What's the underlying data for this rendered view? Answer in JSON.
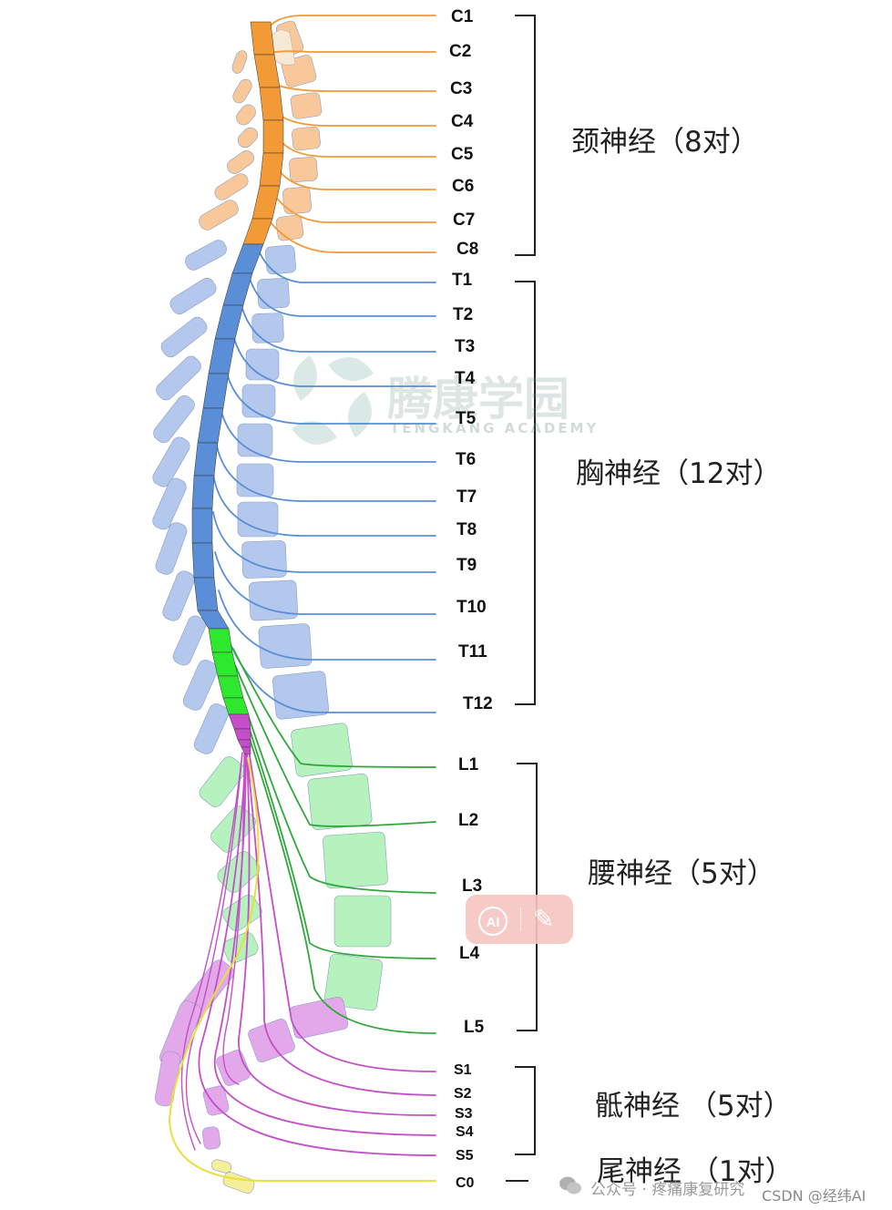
{
  "colors": {
    "cervical": "#f29a35",
    "cervical_light": "#f8c89a",
    "thoracic": "#5a8fd8",
    "thoracic_light": "#b4c8ee",
    "lumbar": "#2fa83a",
    "lumbar_cord": "#2ee82e",
    "lumbar_light": "#b6f2bd",
    "sacral": "#c44fc8",
    "sacral_light": "#e3a8ea",
    "coccygeal": "#eadf3c",
    "coccygeal_light": "#f5ef9a"
  },
  "nerve_labels": {
    "cervical": [
      "C1",
      "C2",
      "C3",
      "C4",
      "C5",
      "C6",
      "C7",
      "C8"
    ],
    "thoracic": [
      "T1",
      "T2",
      "T3",
      "T4",
      "T5",
      "T6",
      "T7",
      "T8",
      "T9",
      "T10",
      "T11",
      "T12"
    ],
    "lumbar": [
      "L1",
      "L2",
      "L3",
      "L4",
      "L5"
    ],
    "sacral": [
      "S1",
      "S2",
      "S3",
      "S4",
      "S5"
    ],
    "coccygeal": [
      "C0"
    ]
  },
  "groups": {
    "cervical": "颈神经（8对）",
    "thoracic": "胸神经（12对）",
    "lumbar": "腰神经（5对）",
    "sacral": "骶神经 （5对）",
    "coccygeal": "尾神经 （1对）"
  },
  "watermark": {
    "cn": "腾康学园",
    "en": "TENGKANG ACADEMY",
    "footer_account": "公众号 · 疼痛康复研究",
    "footer_csdn": "CSDN @经纬AI"
  },
  "badge": {
    "ai_label": "AI"
  }
}
